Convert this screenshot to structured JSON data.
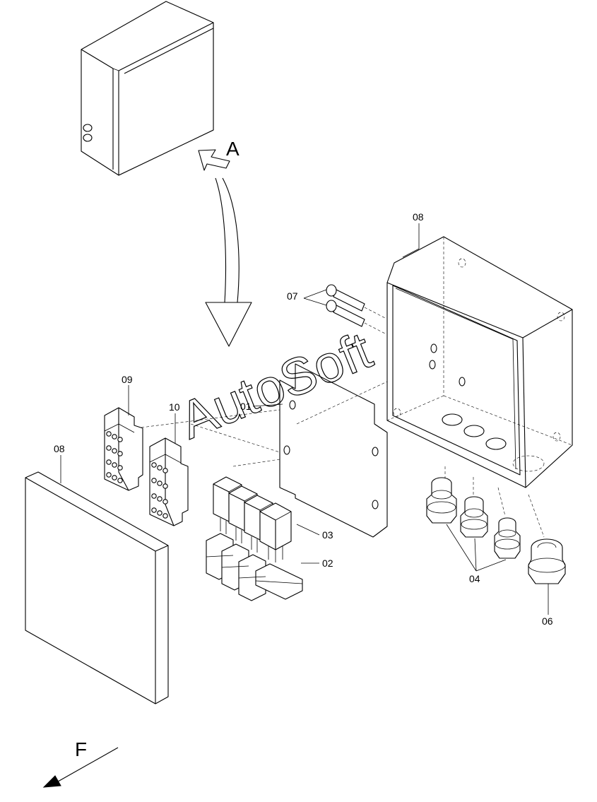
{
  "view_markers": {
    "a": "A",
    "f": "F"
  },
  "callouts": {
    "p01": "01",
    "p02": "02",
    "p03": "03",
    "p04": "04",
    "p06": "06",
    "p07": "07",
    "p08_box": "08",
    "p08_cover": "08",
    "p09": "09",
    "p10": "10"
  },
  "watermark": "AutoSoft"
}
